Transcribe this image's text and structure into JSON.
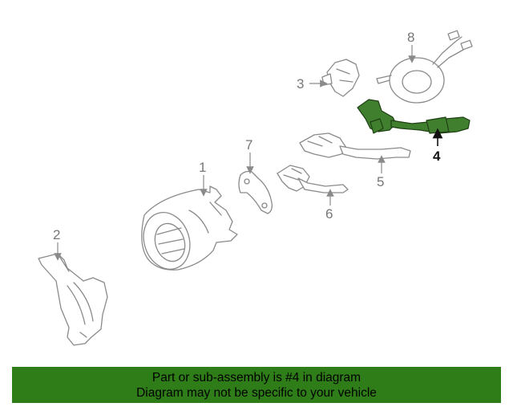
{
  "diagram": {
    "callouts": [
      "1",
      "2",
      "3",
      "4",
      "5",
      "6",
      "7",
      "8"
    ],
    "highlighted_part": "4",
    "highlight_color": "#3f7f2e"
  },
  "banner": {
    "line1": "Part or sub-assembly is #4 in diagram",
    "line2": "Diagram may not be specific to your vehicle",
    "background": "#2e7d18"
  }
}
